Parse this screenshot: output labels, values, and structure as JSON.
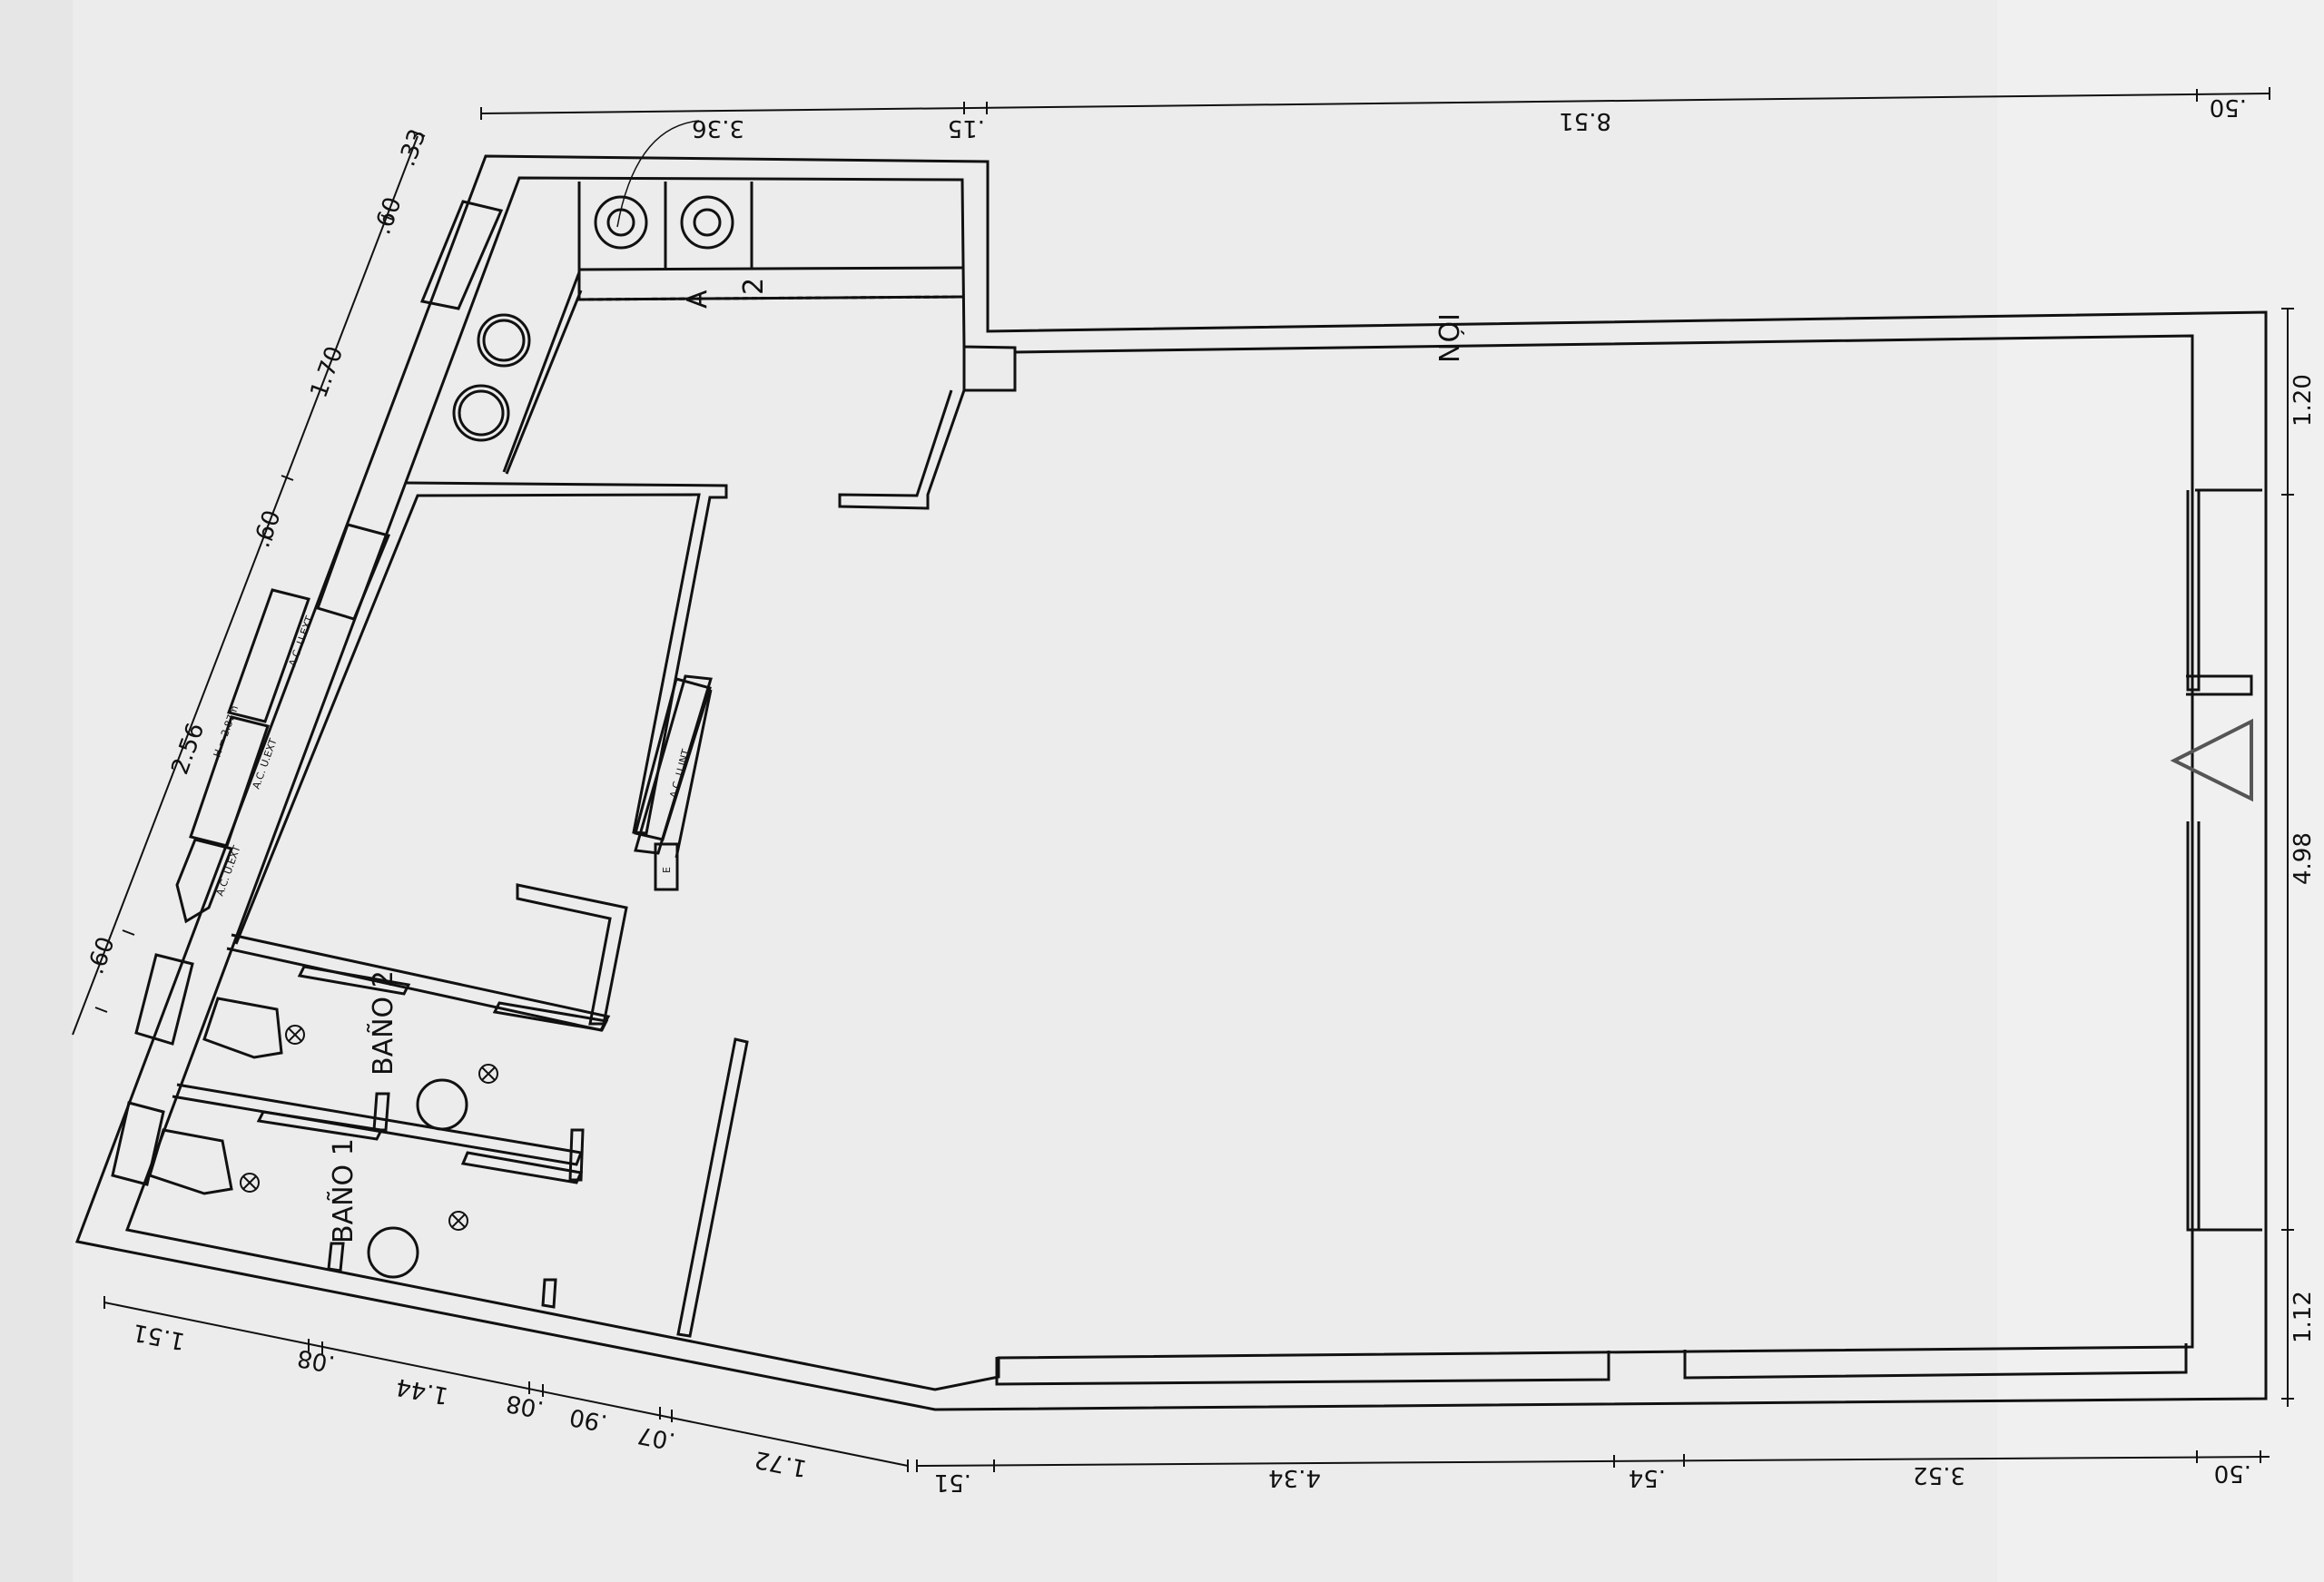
{
  "plan": {
    "rooms": {
      "bano1": "BAÑO 1",
      "bano2": "BAÑO 2",
      "hall": "IÓN",
      "a": "A",
      "two": "2"
    },
    "equipment": {
      "ac_ext_1": "A.C. U.EXT",
      "ac_ext_2": "A.C. U.EXT",
      "ac_ext_3": "A.C. U.EXT",
      "height_note": "H = 2.87m",
      "ac_int": "A.C. U.INT",
      "e_box": "E"
    },
    "dims_top": {
      "d1": "3.36",
      "d2": ".15",
      "d3": "8.51",
      "d4": ".50"
    },
    "dims_right": {
      "d1": "1.20",
      "d2": "4.98",
      "d3": "1.12"
    },
    "dims_bottom": {
      "d1": ".51",
      "d2": "4.34",
      "d3": ".54",
      "d4": "3.52",
      "d5": ".50"
    },
    "dims_bottom_left": {
      "d1": "1.51",
      "d2": ".08",
      "d3": "1.44",
      "d4": ".08",
      "d5": ".90",
      "d6": ".07",
      "d7": "1.72"
    },
    "dims_left": {
      "d1": ".33",
      "d2": ".60",
      "d3": "1.70",
      "d4": ".60",
      "d5": "2.56",
      "d6": ".60"
    }
  }
}
